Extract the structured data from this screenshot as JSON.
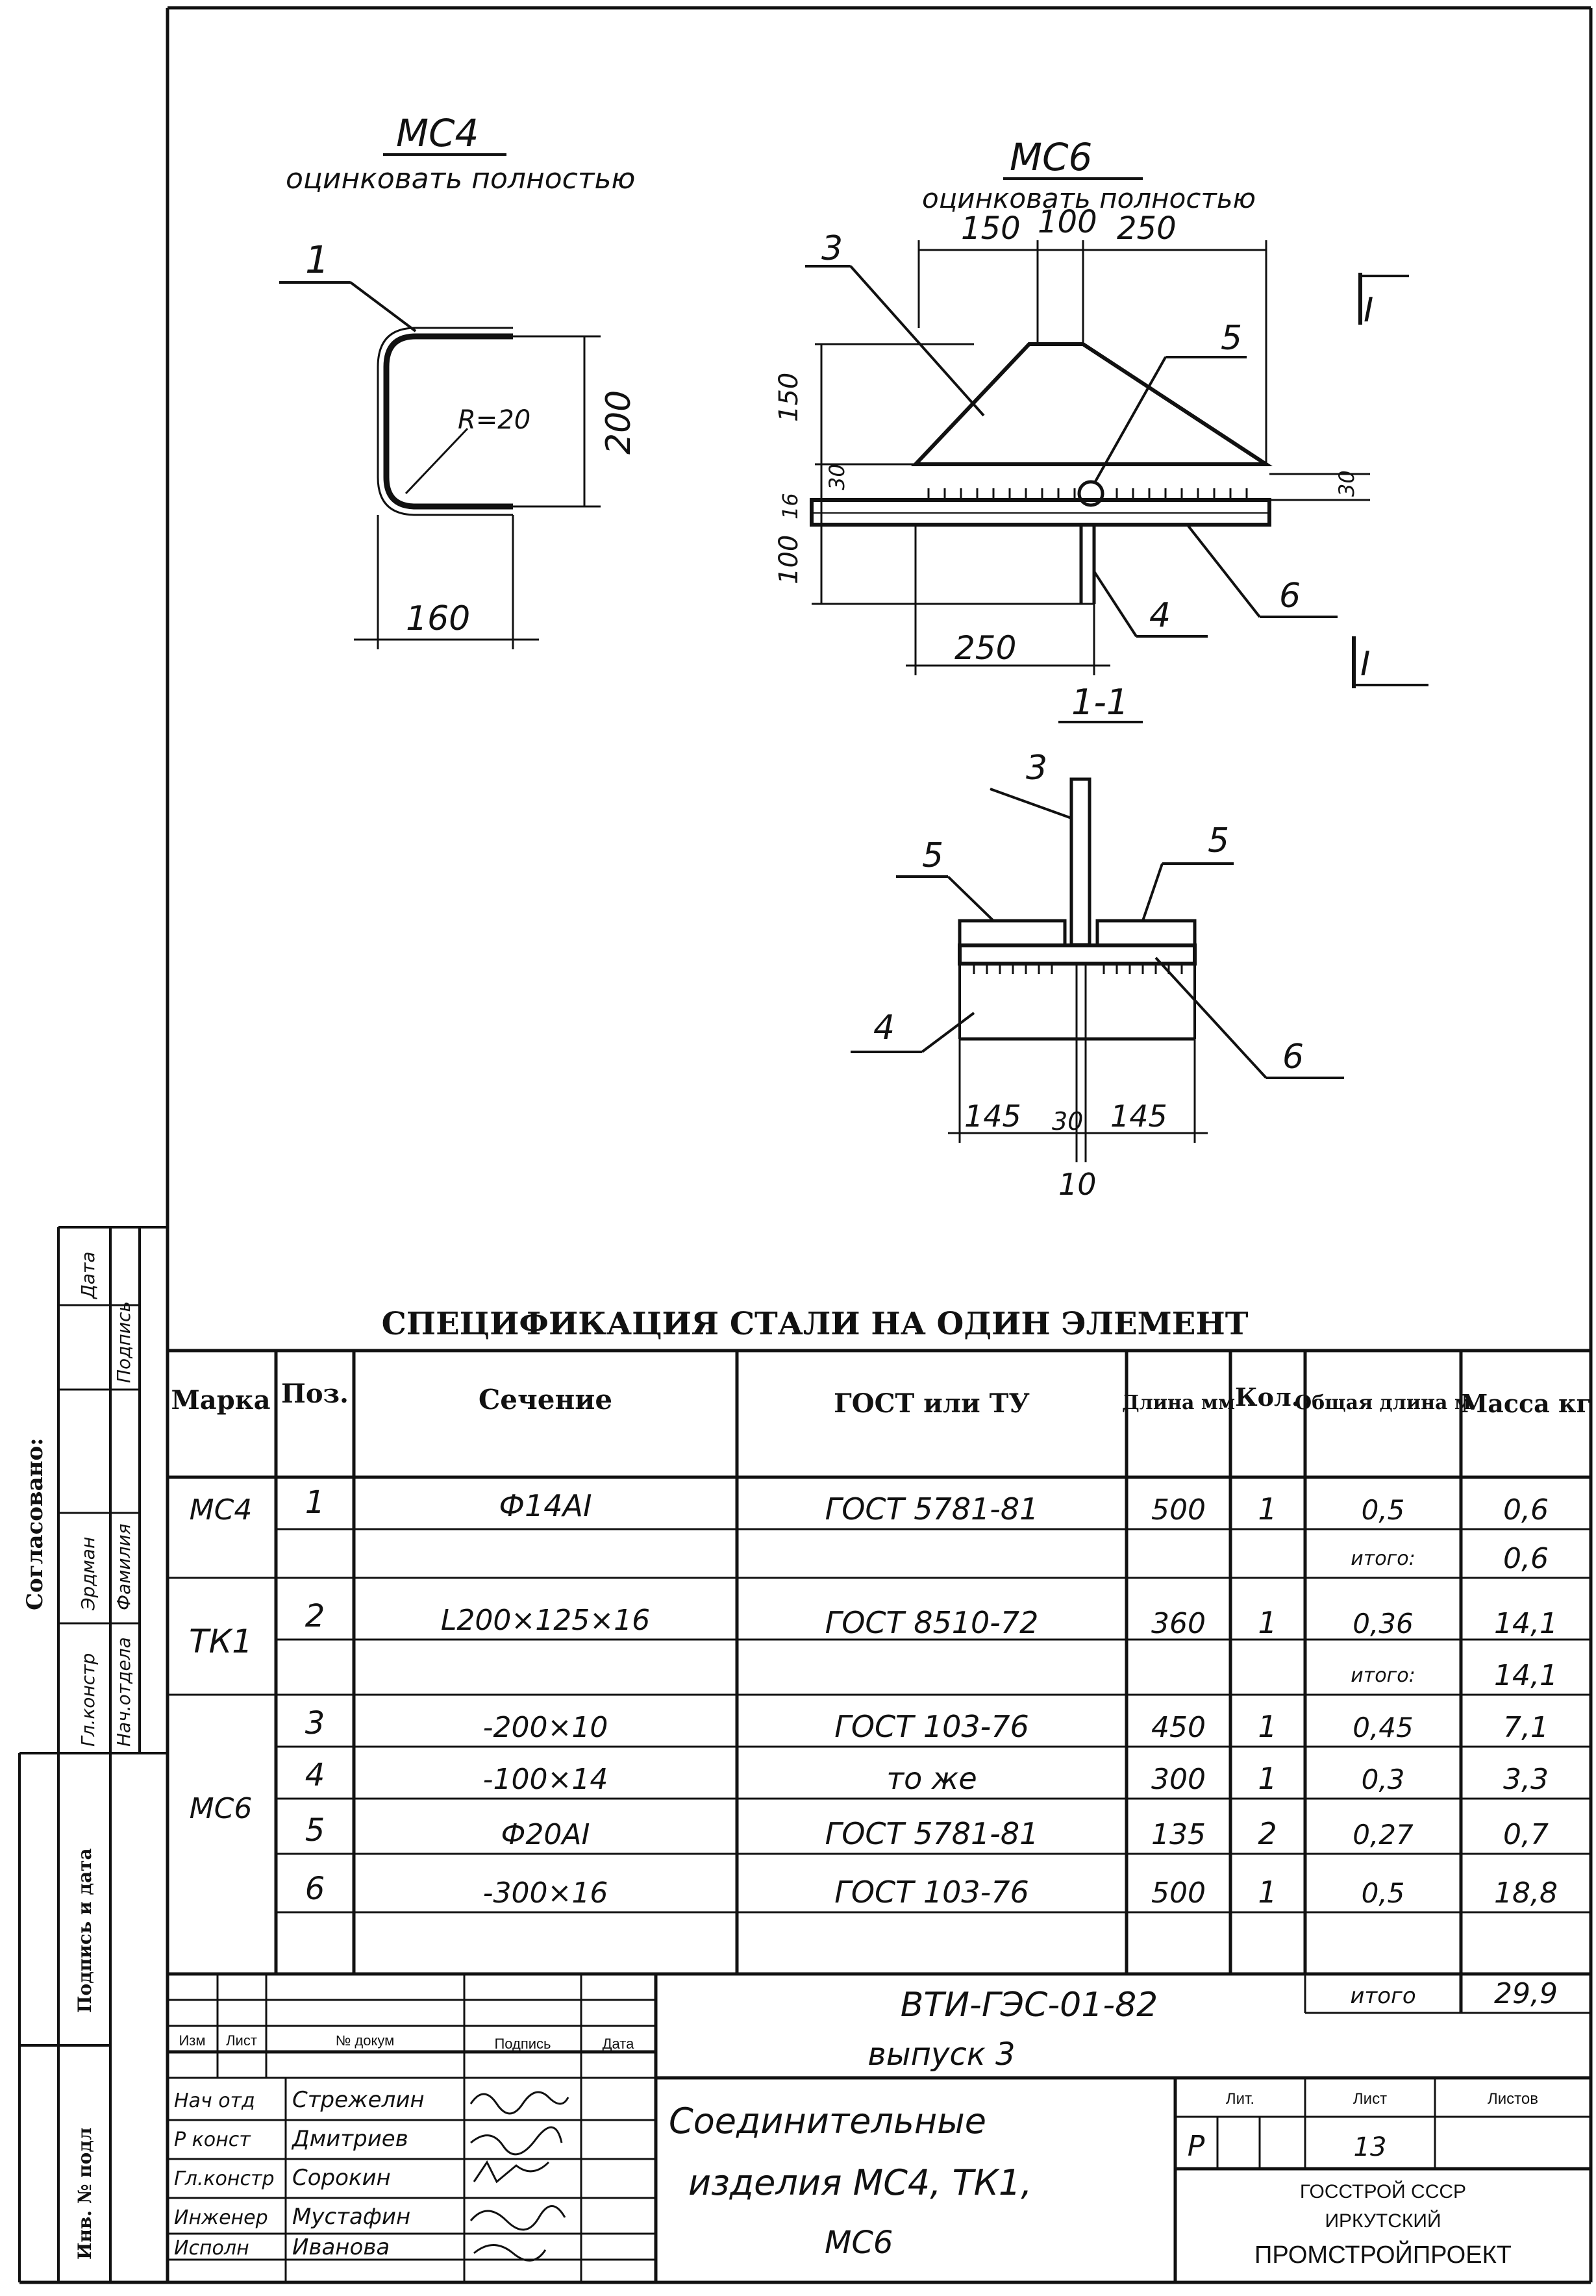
{
  "drawing_mc4": {
    "title": "МС4",
    "note": "оцинковать полностью",
    "pos_label": "1",
    "radius": "R=20",
    "dim_height": "200",
    "dim_width": "160"
  },
  "drawing_mc6": {
    "title": "МС6",
    "note": "оцинковать полностью",
    "dims_top": [
      "150",
      "100",
      "250"
    ],
    "dim_left_upper": "150",
    "dim_left_small": "30",
    "dim_left_plate": "16",
    "dim_left_lower": "100",
    "dim_bottom": "250",
    "dim_right": "30",
    "labels": [
      "3",
      "5",
      "6",
      "4"
    ],
    "section_mark": "I"
  },
  "section_1_1": {
    "title": "1-1",
    "labels": [
      "3",
      "5",
      "5",
      "4",
      "6"
    ],
    "dims": [
      "145",
      "30",
      "145"
    ],
    "dim_center": "10"
  },
  "spec": {
    "title": "СПЕЦИФИКАЦИЯ СТАЛИ НА ОДИН ЭЛЕМЕНТ",
    "headers": {
      "mark": "Марка",
      "pos": "Поз.",
      "section": "Сечение",
      "gost": "ГОСТ или ТУ",
      "length": "Длина мм",
      "qty": "Кол.",
      "total_len": "Общая длина м",
      "mass": "Масса кг"
    },
    "rows": [
      {
        "mark": "МС4",
        "pos": "1",
        "section": "Ф14АI",
        "gost": "ГОСТ 5781-81",
        "length": "500",
        "qty": "1",
        "total_len": "0,5",
        "mass": "0,6"
      },
      {
        "mark": "",
        "pos": "",
        "section": "",
        "gost": "",
        "length": "",
        "qty": "",
        "total_len": "итого:",
        "mass": "0,6"
      },
      {
        "mark": "ТК1",
        "pos": "2",
        "section": "L200×125×16",
        "gost": "ГОСТ 8510-72",
        "length": "360",
        "qty": "1",
        "total_len": "0,36",
        "mass": "14,1"
      },
      {
        "mark": "",
        "pos": "",
        "section": "",
        "gost": "",
        "length": "",
        "qty": "",
        "total_len": "итого:",
        "mass": "14,1"
      },
      {
        "mark": "МС6",
        "pos": "3",
        "section": "-200×10",
        "gost": "ГОСТ 103-76",
        "length": "450",
        "qty": "1",
        "total_len": "0,45",
        "mass": "7,1"
      },
      {
        "mark": "",
        "pos": "4",
        "section": "-100×14",
        "gost": "то же",
        "length": "300",
        "qty": "1",
        "total_len": "0,3",
        "mass": "3,3"
      },
      {
        "mark": "",
        "pos": "5",
        "section": "Ф20АI",
        "gost": "ГОСТ 5781-81",
        "length": "135",
        "qty": "2",
        "total_len": "0,27",
        "mass": "0,7"
      },
      {
        "mark": "",
        "pos": "6",
        "section": "-300×16",
        "gost": "ГОСТ 103-76",
        "length": "500",
        "qty": "1",
        "total_len": "0,5",
        "mass": "18,8"
      }
    ],
    "total_label": "итого",
    "total_value": "29,9"
  },
  "title_block": {
    "code": "ВТИ-ГЭС-01-82",
    "issue": "выпуск 3",
    "name_line1": "Соединительные",
    "name_line2": "изделия МС4, ТК1,",
    "name_line3": "МС6",
    "rev_headers": [
      "Изм",
      "Лист",
      "№ докум",
      "Подпись",
      "Дата"
    ],
    "roles": [
      {
        "role": "Нач отд",
        "name": "Стрежелин"
      },
      {
        "role": "Р конст",
        "name": "Дмитриев"
      },
      {
        "role": "Гл.констр",
        "name": "Сорокин"
      },
      {
        "role": "Инженер",
        "name": "Мустафин"
      },
      {
        "role": "Исполн",
        "name": "Иванова"
      }
    ],
    "stage_header": "Лит.",
    "sheet_header": "Лист",
    "sheets_header": "Листов",
    "stage": "Р",
    "sheet": "13",
    "org_line1": "ГОССТРОЙ СССР",
    "org_line2": "ИРКУТСКИЙ",
    "org_line3": "ПРОМСТРОЙПРОЕКТ"
  },
  "side_stamp": {
    "agreed": "Согласовано:",
    "cells": [
      "Гл.констр",
      "Эрдман",
      "Нач.отдела",
      "Фамилия",
      "Подпись",
      "Дата"
    ],
    "inv_sign": "Подпись и дата",
    "inv_orig": "Инв. № подл"
  }
}
